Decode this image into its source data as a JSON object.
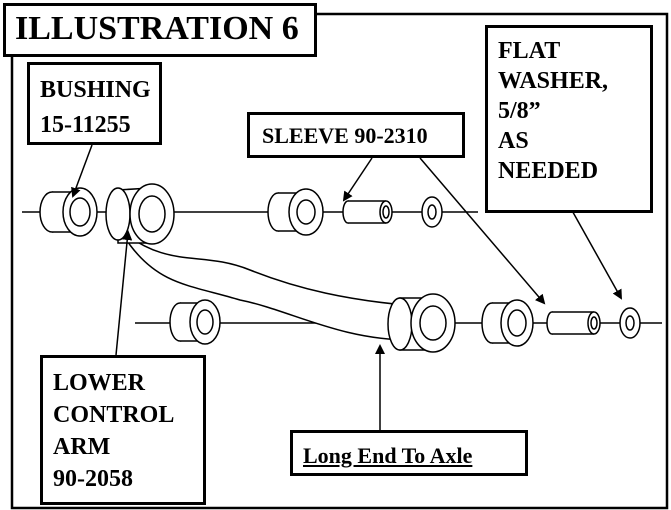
{
  "title": "ILLUSTRATION 6",
  "labels": {
    "bushing": [
      "BUSHING",
      "15-11255"
    ],
    "sleeve": "SLEEVE 90-2310",
    "washer": [
      "FLAT",
      "WASHER,",
      "5/8”",
      "AS",
      "NEEDED"
    ],
    "lower_control_arm": [
      "LOWER",
      "CONTROL",
      "ARM",
      "90-2058"
    ],
    "long_end": "Long End To Axle"
  }
}
